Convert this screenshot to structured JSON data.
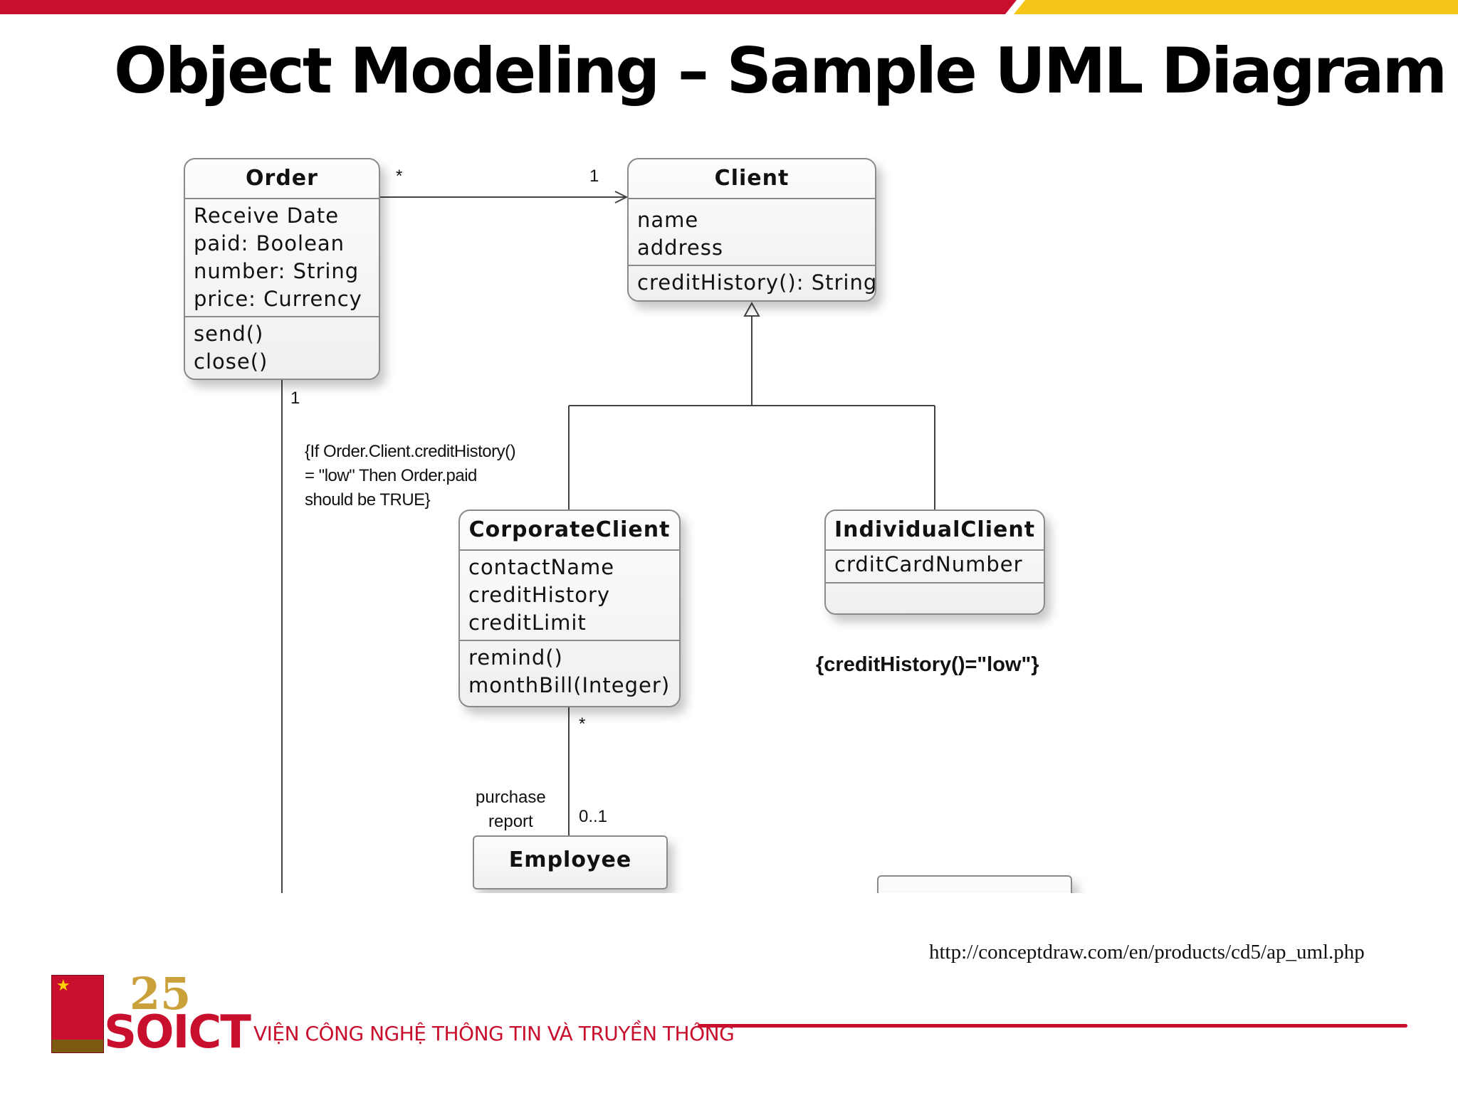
{
  "slide": {
    "title": "Object Modeling – Sample UML Diagram",
    "source_url": "http://conceptdraw.com/en/products/cd5/ap_uml.php",
    "colors": {
      "accent_red": "#c8102e",
      "accent_yellow": "#f5c518"
    }
  },
  "diagram": {
    "classes": {
      "order": {
        "name": "Order",
        "attributes": [
          "Receive Date",
          "paid: Boolean",
          "number: String",
          "price: Currency"
        ],
        "operations": [
          "send()",
          "close()"
        ]
      },
      "client": {
        "name": "Client",
        "attributes": [
          "name",
          "address"
        ],
        "operations": [
          "creditHistory(): String"
        ]
      },
      "corporate_client": {
        "name": "CorporateClient",
        "attributes": [
          "contactName",
          "creditHistory",
          "creditLimit"
        ],
        "operations": [
          "remind()",
          "monthBill(Integer)"
        ]
      },
      "individual_client": {
        "name": "IndividualClient",
        "attributes": [
          "crditCardNumber"
        ],
        "operations": []
      },
      "employee": {
        "name": "Employee"
      }
    },
    "multiplicities": {
      "order_client_order_end": "*",
      "order_client_client_end": "1",
      "order_down": "1",
      "corporate_employee_corp_end": "*",
      "corporate_employee_emp_end": "0..1"
    },
    "role_labels": {
      "purchase_report": [
        "purchase",
        "report"
      ]
    },
    "constraints": {
      "order_constraint": [
        "{If Order.Client.creditHistory()",
        "= \"low\" Then Order.paid",
        "should be TRUE}"
      ],
      "individual_constraint": "{creditHistory()=\"low\"}"
    }
  },
  "footer": {
    "anniversary": "25",
    "logo_text": "SOICT",
    "institute_name": "VIỆN CÔNG NGHỆ THÔNG TIN VÀ TRUYỀN THÔNG"
  }
}
